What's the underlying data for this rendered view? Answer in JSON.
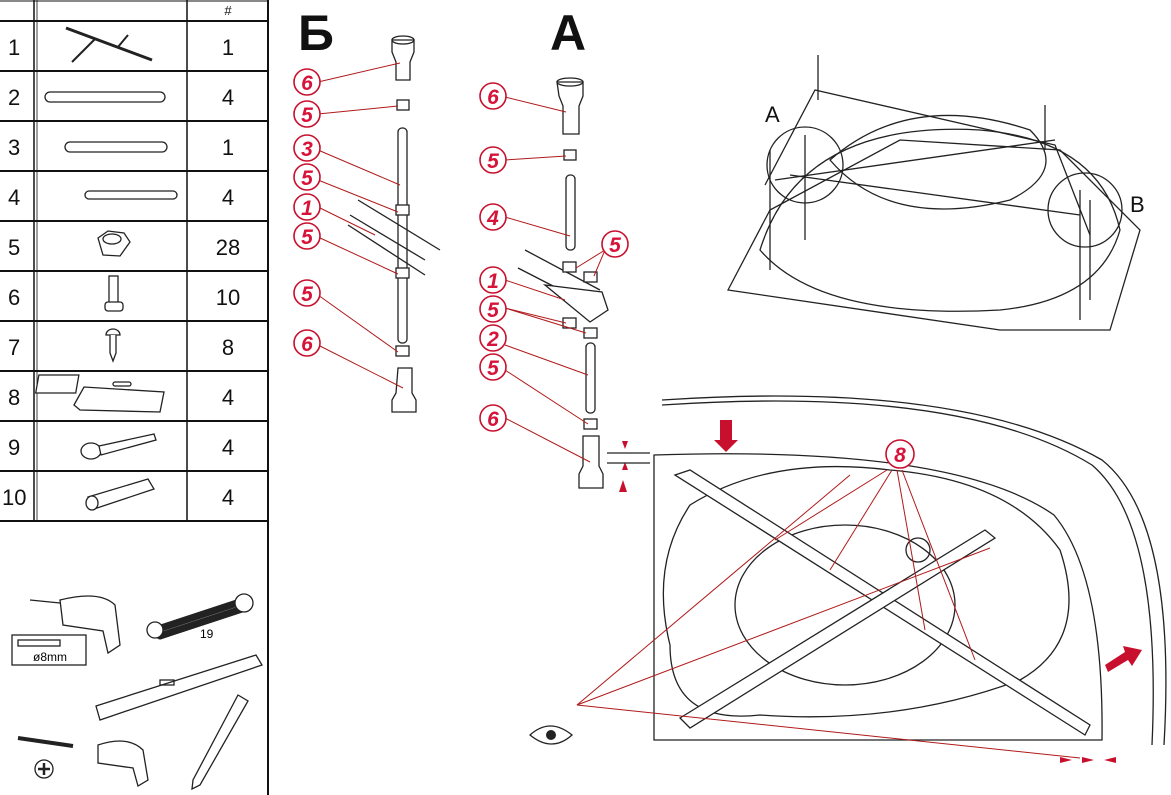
{
  "parts_table": {
    "header": {
      "num": "",
      "image": "",
      "qty": "#"
    },
    "rows": [
      {
        "num": "1",
        "part": "frame-cross-icon",
        "qty": "1"
      },
      {
        "num": "2",
        "part": "long-rod-icon",
        "qty": "4"
      },
      {
        "num": "3",
        "part": "rod-icon",
        "qty": "1"
      },
      {
        "num": "4",
        "part": "short-rod-icon",
        "qty": "4"
      },
      {
        "num": "5",
        "part": "nut-icon",
        "qty": "28"
      },
      {
        "num": "6",
        "part": "foot-icon",
        "qty": "10"
      },
      {
        "num": "7",
        "part": "screw-icon",
        "qty": "8"
      },
      {
        "num": "8",
        "part": "bracket-icon",
        "qty": "4"
      },
      {
        "num": "9",
        "part": "wood-screw-icon",
        "qty": "4"
      },
      {
        "num": "10",
        "part": "wall-plug-icon",
        "qty": "4"
      }
    ]
  },
  "tools": {
    "drill_bit": "ø8mm",
    "wrench_size": "19"
  },
  "assembly_b": {
    "title": "Б",
    "callouts": [
      "6",
      "5",
      "3",
      "5",
      "1",
      "5",
      "5",
      "6"
    ]
  },
  "assembly_a": {
    "title": "А",
    "callouts": [
      "6",
      "5",
      "4",
      "5",
      "1",
      "5",
      "2",
      "5",
      "6"
    ]
  },
  "overview": {
    "label_a": "A",
    "label_b": "B"
  },
  "plan": {
    "callout": "8"
  },
  "colors": {
    "callout_red": "#d6143a",
    "arrow_red": "#c8102e"
  }
}
